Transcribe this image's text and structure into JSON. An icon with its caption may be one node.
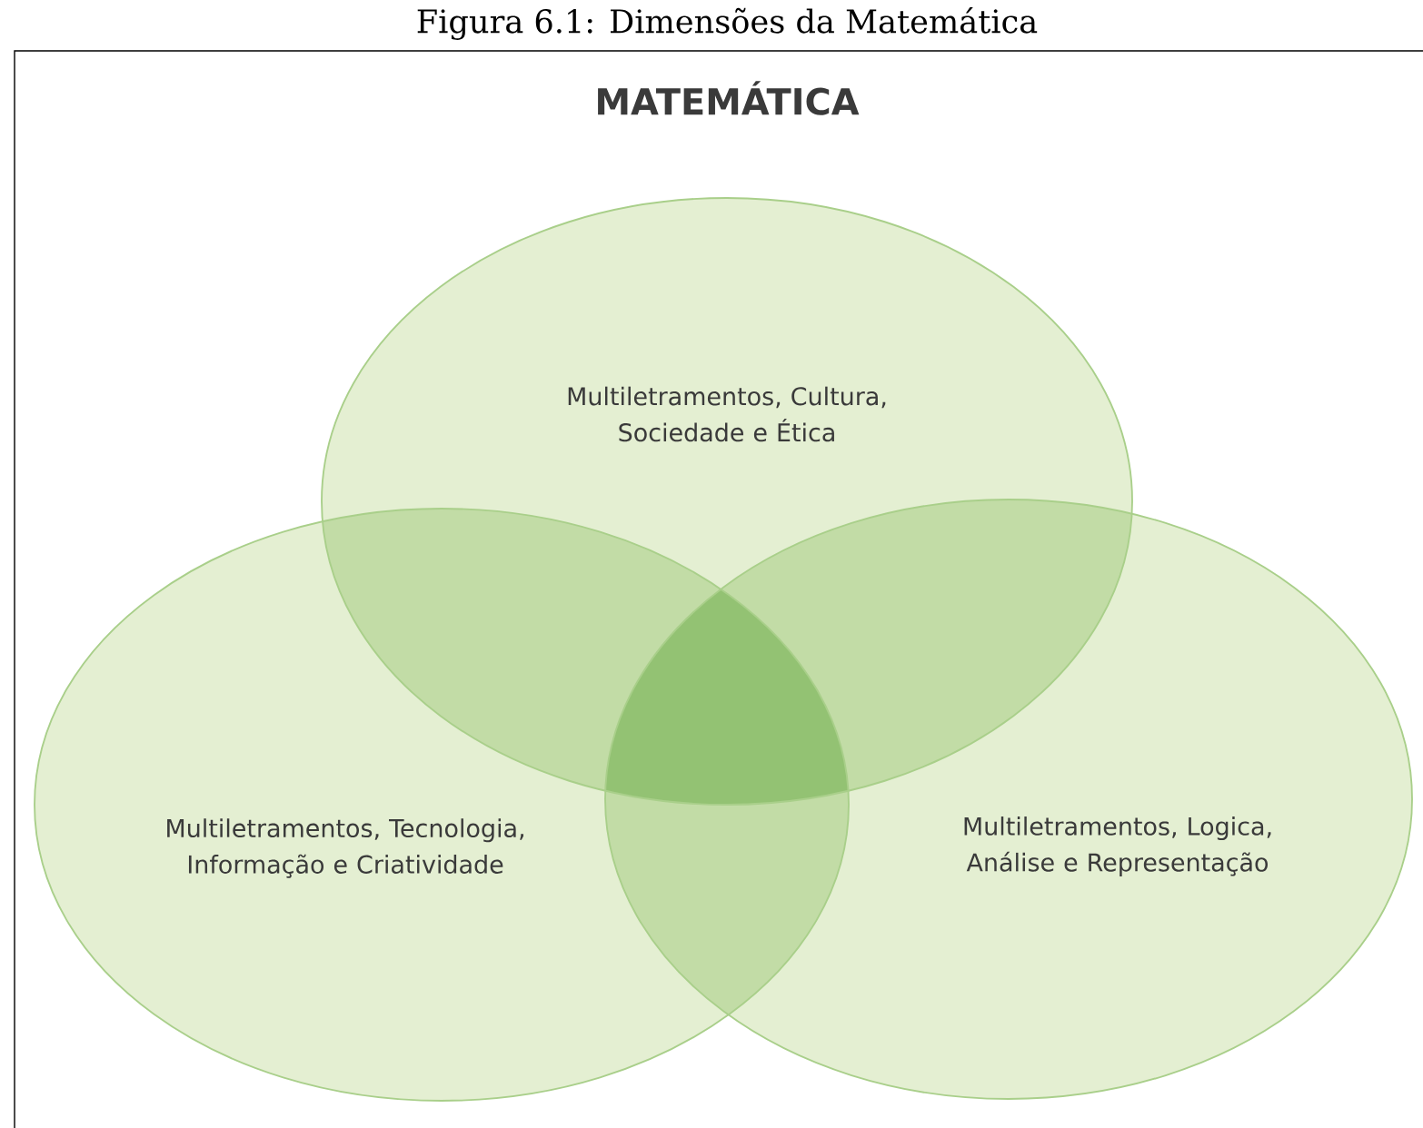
{
  "diagram": {
    "title": "MATEMÁTICA",
    "caption": "Figura 6.1: Dimensões da Matemática",
    "nodes": [
      {
        "text": [
          "Multiletramentos, Cultura, Sociedade e Ética"
        ]
      },
      {
        "text": [
          "Multiletramentos, Tecnologia, Informação e Criatividade"
        ]
      },
      {
        "text": [
          "Multiletramentos, Logica, Análise e Representação"
        ]
      }
    ]
  }
}
